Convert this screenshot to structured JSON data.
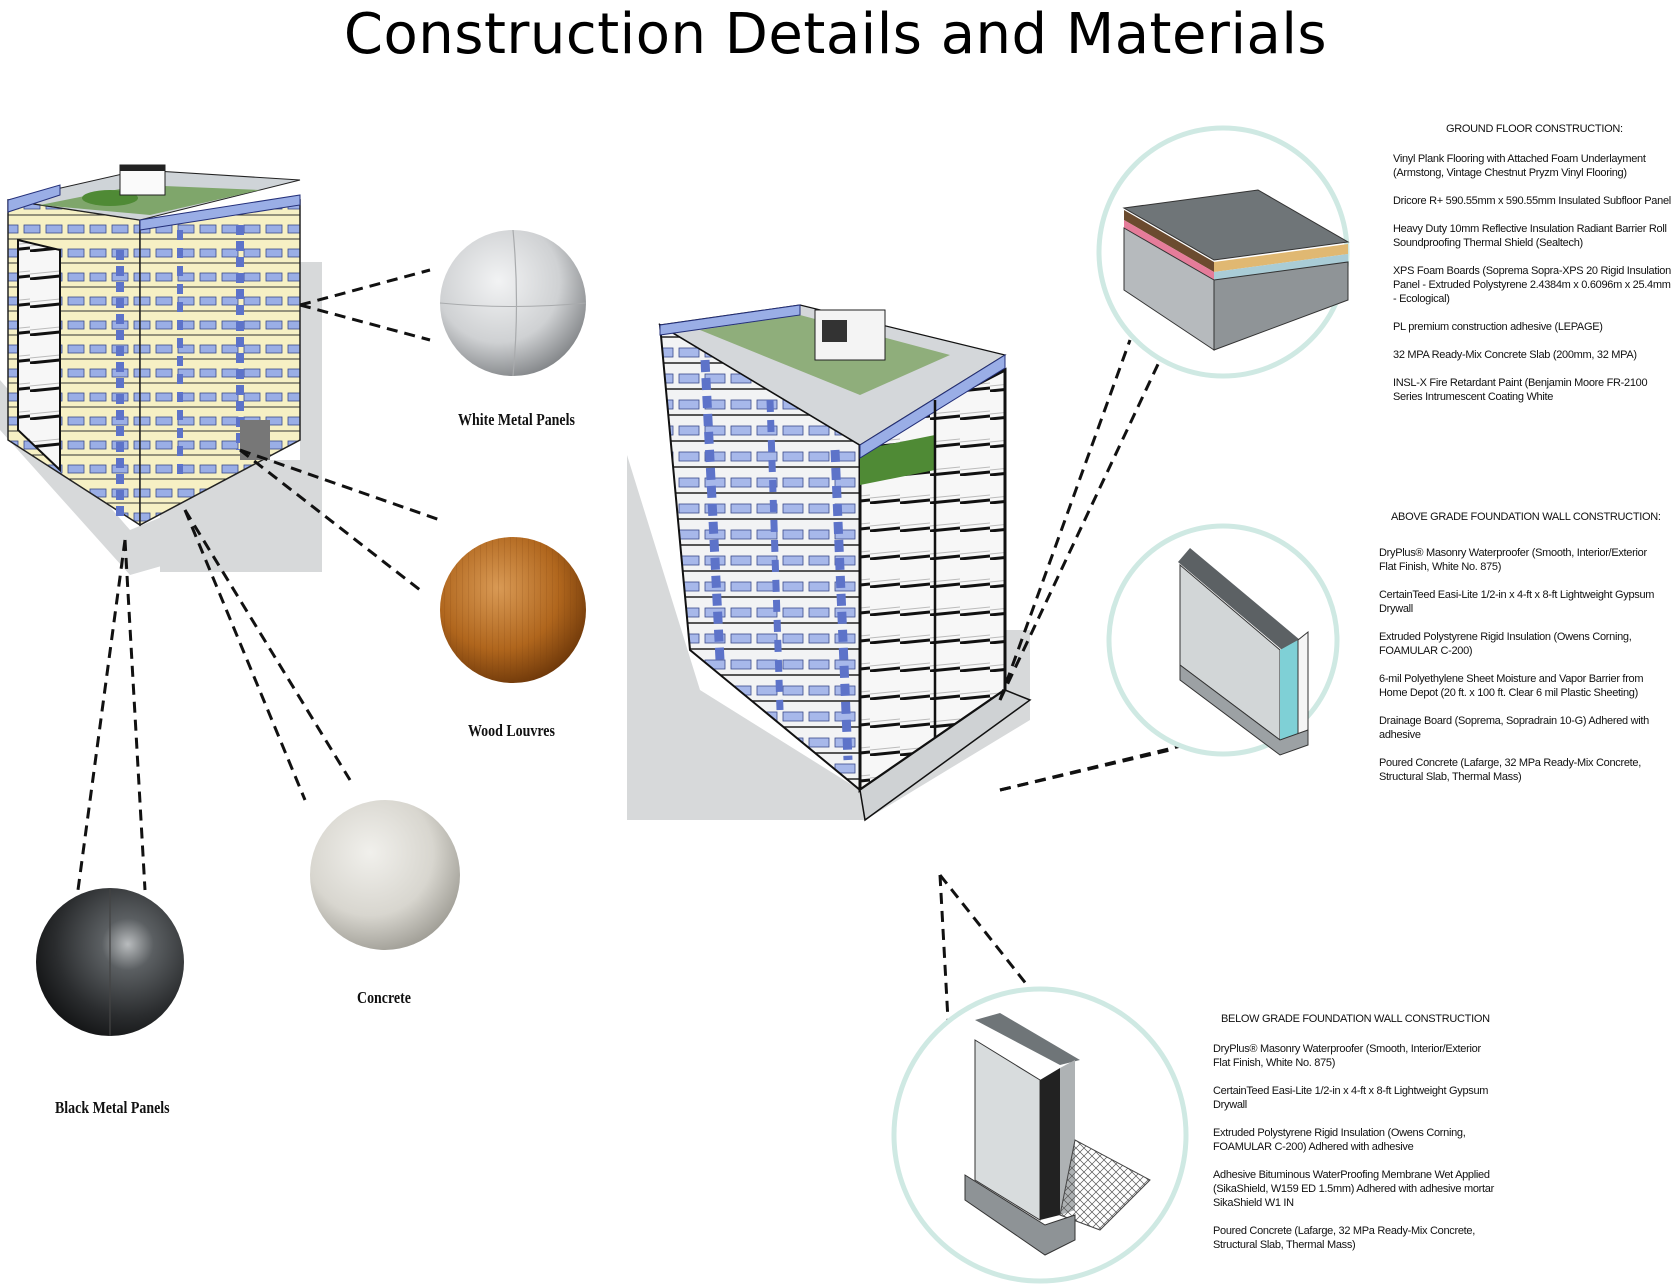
{
  "title": "Construction Details and Materials",
  "materials": [
    {
      "id": "white",
      "label": "White Metal Panels",
      "color": "#d9dbdd"
    },
    {
      "id": "wood",
      "label": "Wood Louvres",
      "color": "#b0661d"
    },
    {
      "id": "concrete",
      "label": "Concrete",
      "color": "#d8d6cf"
    },
    {
      "id": "black",
      "label": "Black Metal Panels",
      "color": "#2e3133"
    }
  ],
  "ground_floor": {
    "heading": "GROUND FLOOR CONSTRUCTION:",
    "items": [
      "Vinyl Plank Flooring with Attached Foam Underlayment (Armstong, Vintage Chestnut Pryzm Vinyl Flooring)",
      "Dricore R+ 590.55mm x 590.55mm Insulated Subfloor Panel",
      "Heavy Duty 10mm Reflective Insulation Radiant Barrier Roll Soundproofing Thermal Shield (Sealtech)",
      "XPS Foam Boards (Soprema Sopra-XPS 20 Rigid Insulation Panel - Extruded Polystyrene 2.4384m x 0.6096m x 25.4mm - Ecological)",
      "PL premium construction adhesive (LEPAGE)",
      "32 MPA Ready-Mix Concrete Slab (200mm, 32 MPA)",
      "INSL-X Fire Retardant Paint (Benjamin Moore FR-2100 Series Intrumescent Coating White"
    ]
  },
  "above_grade": {
    "heading": "ABOVE GRADE FOUNDATION WALL CONSTRUCTION:",
    "items": [
      "DryPlus® Masonry Waterproofer (Smooth, Interior/Exterior Flat Finish, White No. 875)",
      "CertainTeed Easi-Lite 1/2-in x 4-ft x 8-ft Lightweight Gypsum Drywall",
      "Extruded Polystyrene Rigid Insulation (Owens Corning, FOAMULAR C-200)",
      "6-mil Polyethylene Sheet Moisture and Vapor Barrier from Home Depot (20 ft. x 100 ft. Clear 6 mil Plastic Sheeting)",
      "Drainage Board (Soprema, Sopradrain 10-G) Adhered with adhesive",
      "Poured Concrete (Lafarge, 32 MPa Ready-Mix Concrete, Structural Slab, Thermal Mass)"
    ]
  },
  "below_grade": {
    "heading": "BELOW GRADE FOUNDATION WALL CONSTRUCTION",
    "items": [
      "DryPlus® Masonry Waterproofer (Smooth, Interior/Exterior Flat Finish, White No. 875)",
      "CertainTeed Easi-Lite 1/2-in x 4-ft x 8-ft Lightweight Gypsum Drywall",
      "Extruded Polystyrene Rigid Insulation (Owens Corning, FOAMULAR C-200) Adhered with adhesive",
      "Adhesive Bituminous WaterProofing Membrane Wet Applied (SikaShield, W159 ED 1.5mm) Adhered with adhesive mortar SikaShield W1 IN",
      "Poured Concrete (Lafarge, 32 MPa Ready-Mix Concrete, Structural Slab, Thermal Mass)"
    ]
  },
  "colors": {
    "callout_ring": "#cfe9e3",
    "facade_yellow": "#f6f0c4",
    "glass_blue": "#9aaee6",
    "roof_green": "#4f8a35",
    "site_grey": "#d7d9da"
  }
}
